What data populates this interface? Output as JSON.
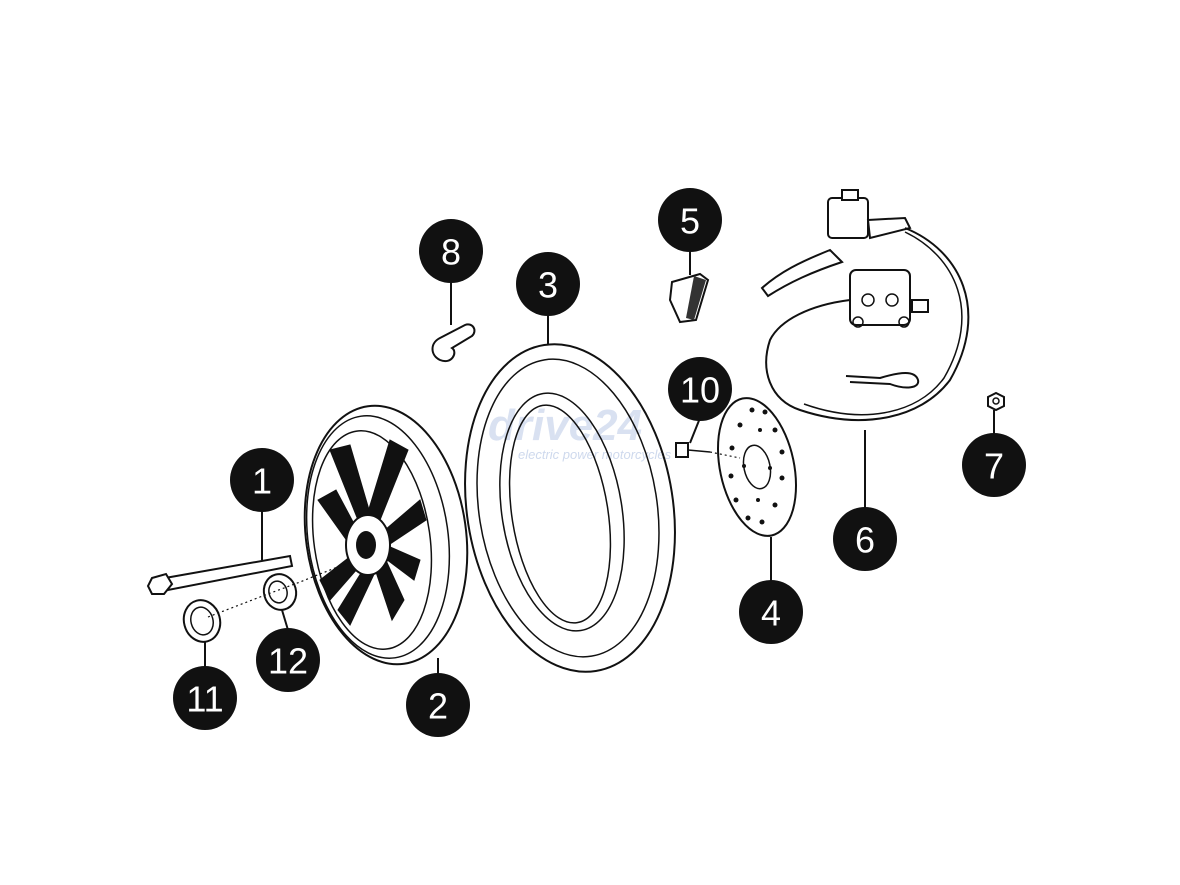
{
  "watermark": {
    "brand": "drive24",
    "tagline": "electric power motorcycles"
  },
  "callouts": [
    {
      "number": "1",
      "part": "axle-bolt"
    },
    {
      "number": "2",
      "part": "wheel-rim"
    },
    {
      "number": "3",
      "part": "tire"
    },
    {
      "number": "4",
      "part": "brake-disc"
    },
    {
      "number": "5",
      "part": "brake-pad"
    },
    {
      "number": "6",
      "part": "brake-lever-caliper-assembly"
    },
    {
      "number": "7",
      "part": "nut"
    },
    {
      "number": "8",
      "part": "valve-stem"
    },
    {
      "number": "10",
      "part": "disc-bolt"
    },
    {
      "number": "11",
      "part": "spacer-ring"
    },
    {
      "number": "12",
      "part": "bearing"
    }
  ],
  "colors": {
    "callout_fill": "#111111",
    "callout_text": "#ffffff",
    "line_art": "#111111",
    "watermark": "#b9c9e6"
  }
}
